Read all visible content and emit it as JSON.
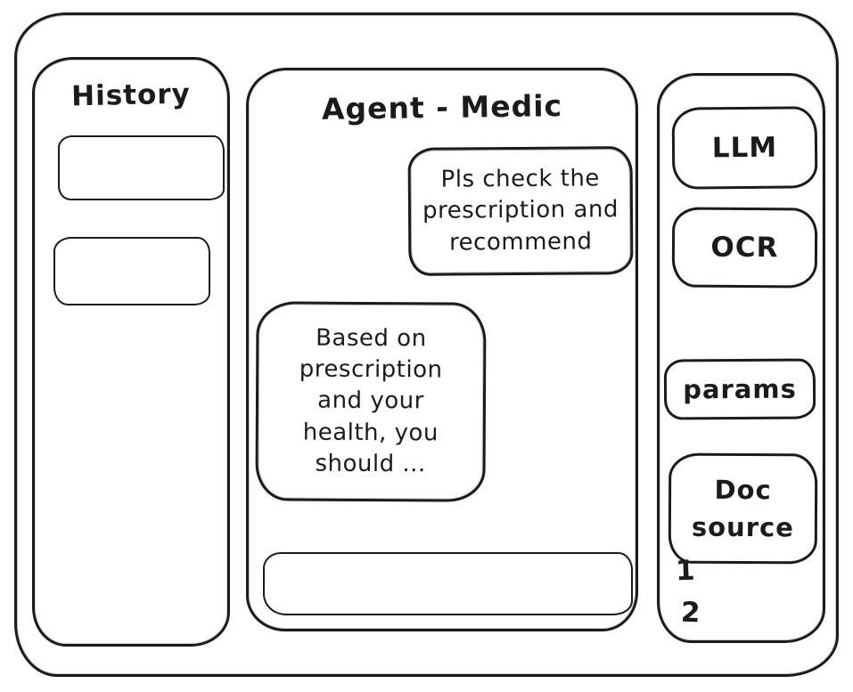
{
  "app": {
    "frame_label": "app-window"
  },
  "sidebar_left": {
    "title": "History",
    "items": [
      {
        "label": ""
      },
      {
        "label": ""
      }
    ]
  },
  "chat": {
    "title": "Agent - Medic",
    "messages": [
      {
        "role": "user",
        "text": "Pls check the prescription and recommend"
      },
      {
        "role": "assistant",
        "text": "Based on prescription and your health, you should ..."
      }
    ],
    "input": {
      "value": "",
      "placeholder": ""
    }
  },
  "sidebar_right": {
    "buttons": [
      {
        "label": "LLM"
      },
      {
        "label": "OCR"
      },
      {
        "label": "params"
      },
      {
        "label": "Doc source"
      }
    ],
    "doc_list": [
      "1",
      "2"
    ]
  },
  "colors": {
    "ink": "#1b1b1b",
    "background": "#ffffff"
  }
}
